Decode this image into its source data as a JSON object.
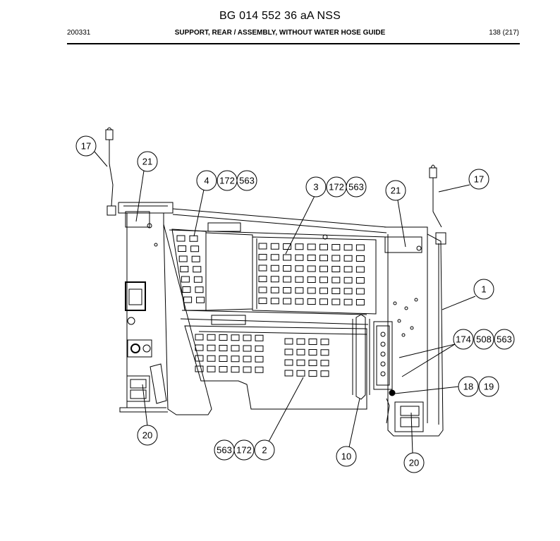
{
  "header": {
    "document_number": "BG 014 552 36 aA NSS",
    "date_code": "200331",
    "title": "SUPPORT, REAR / ASSEMBLY, WITHOUT WATER HOSE GUIDE",
    "page": "138 (217)"
  },
  "callouts": [
    {
      "id": "c17-left",
      "label": "17"
    },
    {
      "id": "c21-left",
      "label": "21"
    },
    {
      "id": "c4",
      "label": "4"
    },
    {
      "id": "c172-a",
      "label": "172"
    },
    {
      "id": "c563-a",
      "label": "563"
    },
    {
      "id": "c3",
      "label": "3"
    },
    {
      "id": "c172-b",
      "label": "172"
    },
    {
      "id": "c563-b",
      "label": "563"
    },
    {
      "id": "c21-right",
      "label": "21"
    },
    {
      "id": "c17-right",
      "label": "17"
    },
    {
      "id": "c1",
      "label": "1"
    },
    {
      "id": "c174",
      "label": "174"
    },
    {
      "id": "c508",
      "label": "508"
    },
    {
      "id": "c563-c",
      "label": "563"
    },
    {
      "id": "c18",
      "label": "18"
    },
    {
      "id": "c19",
      "label": "19"
    },
    {
      "id": "c20-left",
      "label": "20"
    },
    {
      "id": "c563-d",
      "label": "563"
    },
    {
      "id": "c172-d",
      "label": "172"
    },
    {
      "id": "c2",
      "label": "2"
    },
    {
      "id": "c10",
      "label": "10"
    },
    {
      "id": "c20-right",
      "label": "20"
    }
  ],
  "colors": {
    "line": "#000000",
    "background": "#ffffff"
  }
}
